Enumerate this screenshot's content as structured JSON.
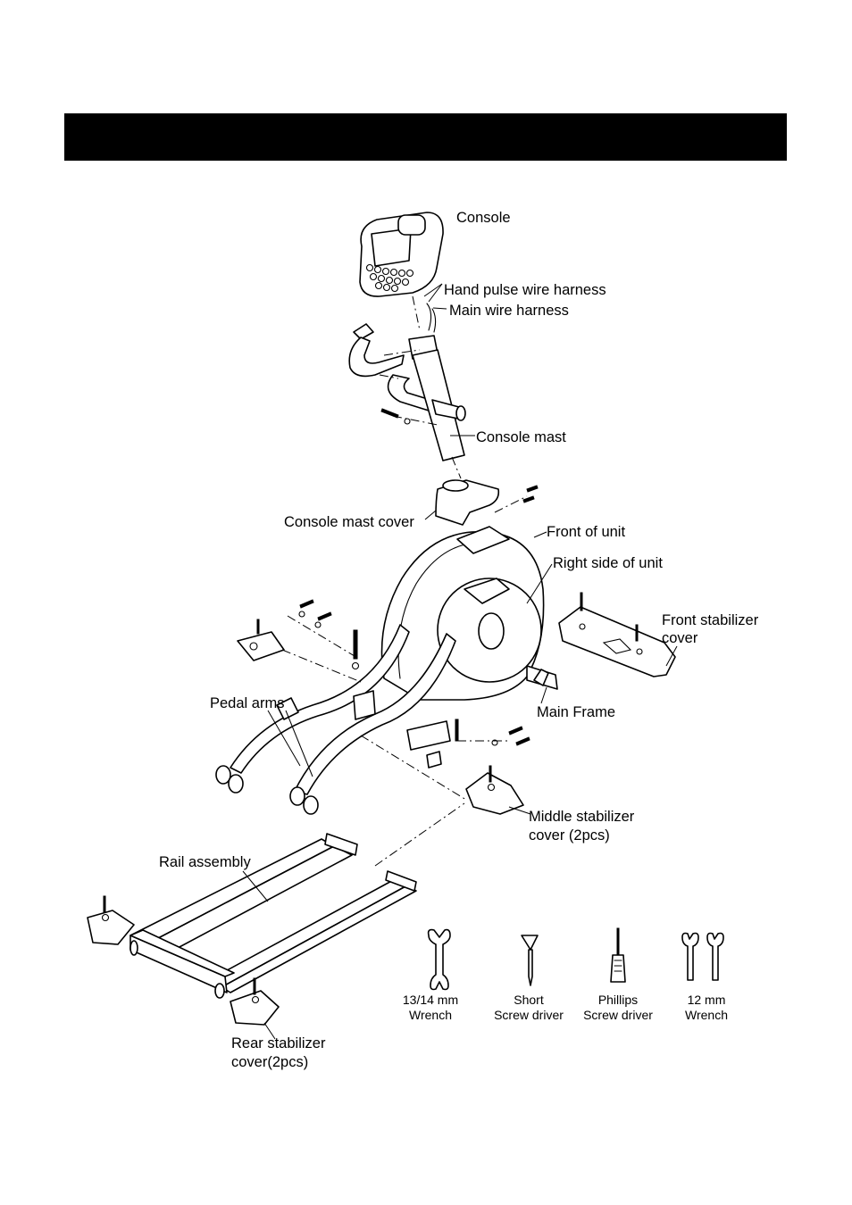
{
  "header": {
    "title": ""
  },
  "labels": {
    "console": "Console",
    "hand_pulse_wire_harness": "Hand pulse wire harness",
    "main_wire_harness": "Main wire harness",
    "console_mast": "Console mast",
    "console_mast_cover": "Console mast cover",
    "front_of_unit": "Front of unit",
    "right_side_of_unit": "Right side of unit",
    "front_stabilizer_cover_line1": "Front stabilizer",
    "front_stabilizer_cover_line2": "cover",
    "pedal_arms": "Pedal arms",
    "main_frame": "Main Frame",
    "middle_stabilizer_cover_line1": "Middle stabilizer",
    "middle_stabilizer_cover_line2": "cover (2pcs)",
    "rail_assembly": "Rail assembly",
    "rear_stabilizer_cover_line1": "Rear stabilizer",
    "rear_stabilizer_cover_line2": "cover(2pcs)"
  },
  "tools": [
    {
      "icon": "open-end-wrench-icon",
      "line1": "13/14 mm",
      "line2": "Wrench"
    },
    {
      "icon": "t-handle-screwdriver-icon",
      "line1": "Short",
      "line2": "Screw driver"
    },
    {
      "icon": "phillips-screwdriver-icon",
      "line1": "Phillips",
      "line2": "Screw driver"
    },
    {
      "icon": "wrench-pair-icon",
      "line1": "12 mm",
      "line2": "Wrench"
    }
  ]
}
